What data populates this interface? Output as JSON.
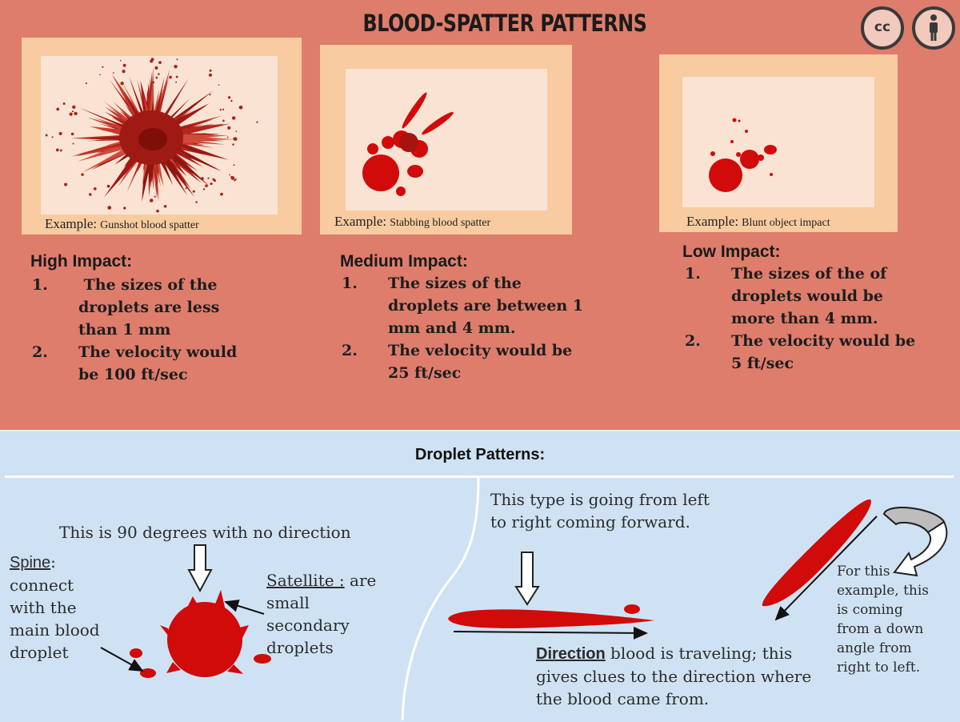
{
  "title": "BLOOD-SPATTER PATTERNS",
  "license": {
    "cc_label": "cc",
    "by_icon": "person-icon"
  },
  "colors": {
    "top_bg": "#de7d6c",
    "bottom_bg": "#cfe2f3",
    "blood": "#d10a0a",
    "frame": "#f8cba0",
    "inner": "#fbe3d3"
  },
  "examples": [
    {
      "caption_lead": "Example:",
      "caption_rest": "Gunshot blood spatter",
      "heading": "High Impact:",
      "points": [
        {
          "num": "1.",
          "text": " The sizes of the droplets are less than 1 mm"
        },
        {
          "num": "2.",
          "text": "The velocity would be 100 ft/sec"
        }
      ]
    },
    {
      "caption_lead": "Example:",
      "caption_rest": "Stabbing blood spatter",
      "heading": "Medium Impact:",
      "points": [
        {
          "num": "1.",
          "text": "The sizes of the droplets are between 1 mm and 4 mm."
        },
        {
          "num": "2.",
          "text": "The velocity would be 25 ft/sec"
        }
      ]
    },
    {
      "caption_lead": "Example:",
      "caption_rest": "Blunt object impact",
      "heading": "Low Impact:",
      "points": [
        {
          "num": "1.",
          "text": "The sizes of the of droplets would be more than 4 mm."
        },
        {
          "num": "2.",
          "text": "The velocity would be 5 ft/sec"
        }
      ]
    }
  ],
  "droplets": {
    "title": "Droplet Patterns:",
    "ninety": "This is 90 degrees with no direction",
    "spine_word": "Spine",
    "spine_rest": ":\nconnect\nwith the\nmain blood\ndroplet",
    "satellite_word": "Satellite :",
    "satellite_rest": " are\nsmall\nsecondary\ndroplets",
    "ltr": "This type is going from left\nto right coming forward.",
    "direction_word": "Direction",
    "direction_rest": " blood is traveling; this\ngives clues to the direction where\nthe blood came from.",
    "down_angle": "For this\nexample, this\nis coming\nfrom a down\nangle from\nright to left."
  }
}
